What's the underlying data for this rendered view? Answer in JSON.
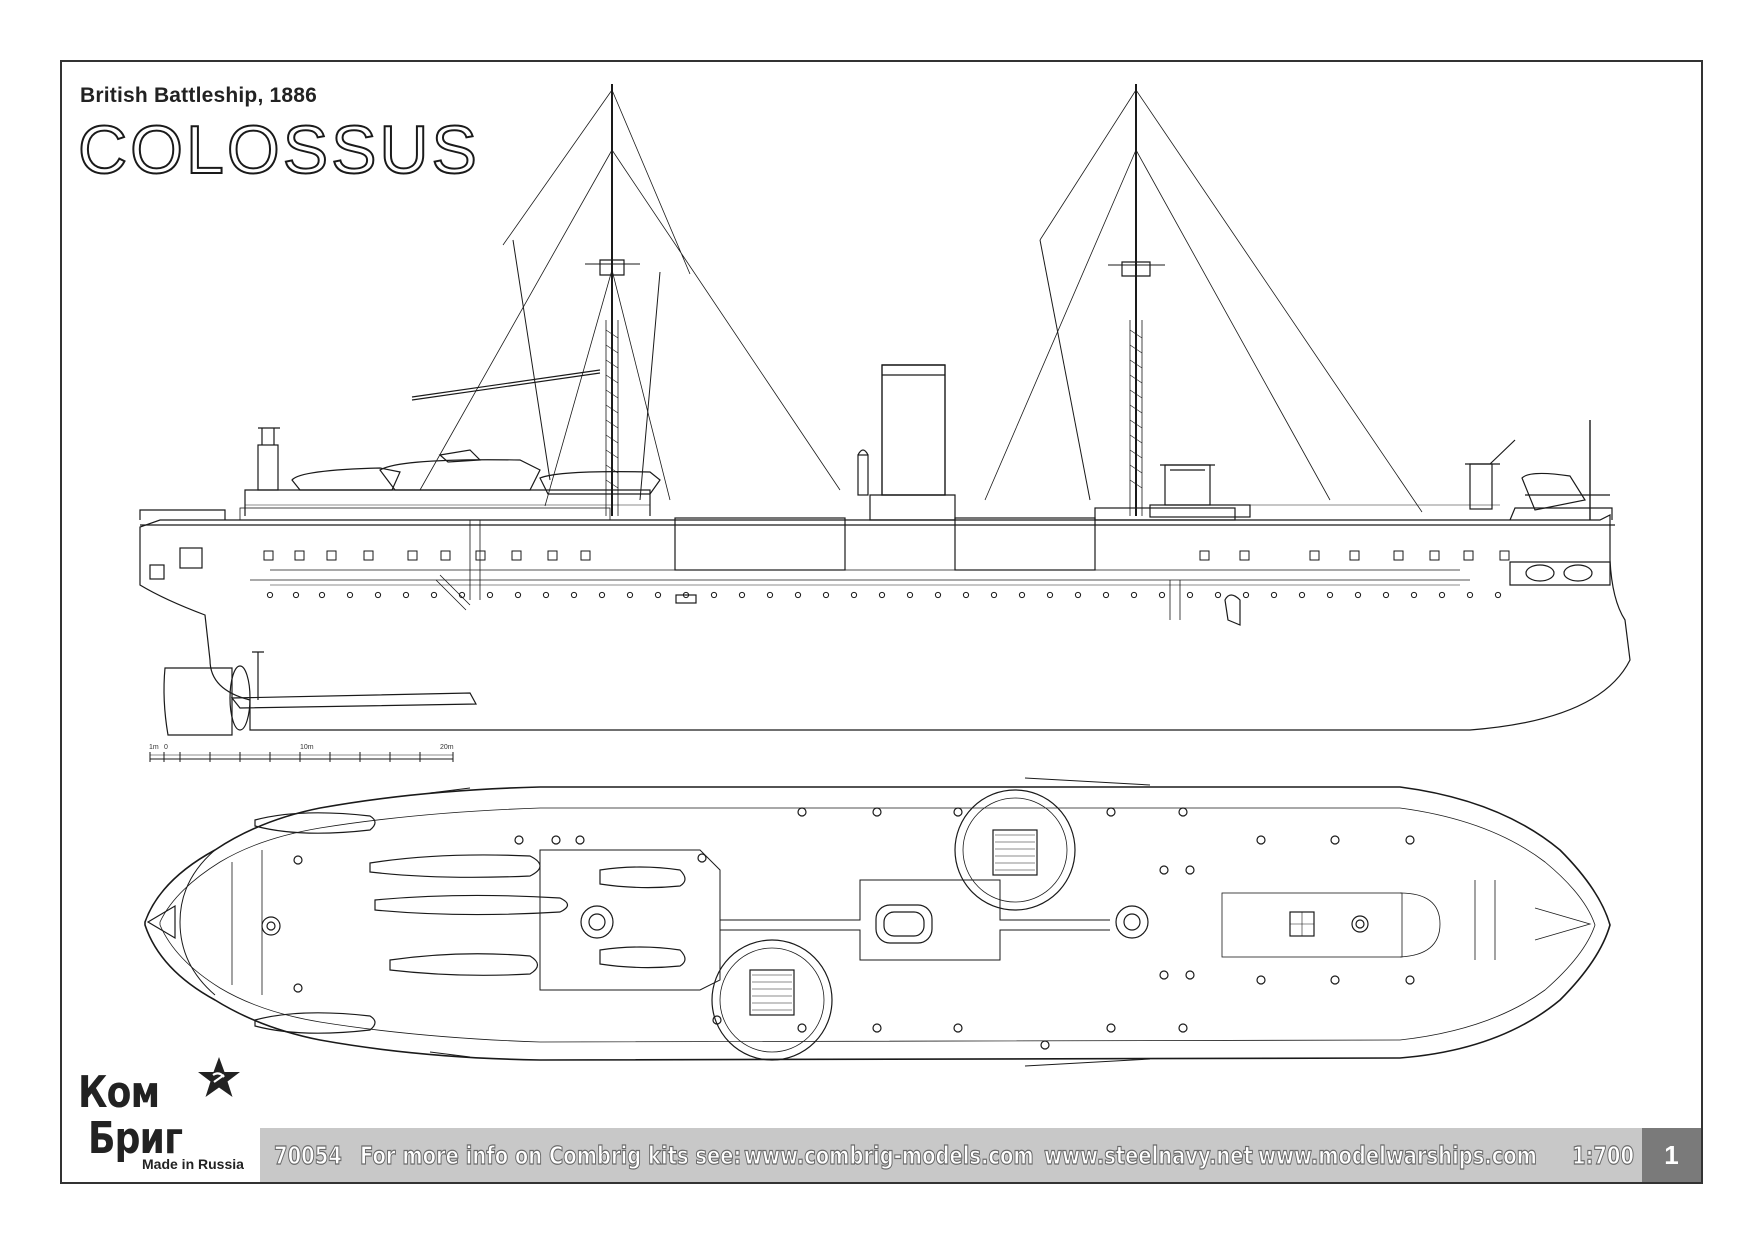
{
  "header": {
    "subtitle": "British Battleship, 1886",
    "title": "COLOSSUS"
  },
  "scale_bar": {
    "labels": [
      "1m",
      "0",
      "10m",
      "20m"
    ]
  },
  "footer": {
    "kit_number": "70054",
    "info_text": "For more info on Combrig kits see:",
    "url_1": "www.combrig-models.com",
    "url_2": "www.steelnavy.net",
    "url_3": "www.modelwarships.com",
    "scale": "1:700",
    "page_number": "1"
  },
  "logo": {
    "line_1": "Ком",
    "line_2": "Бриг",
    "made_in": "Made in Russia"
  },
  "colors": {
    "line": "#1a1a1a",
    "footer_band": "#c8c8c8",
    "page_box": "#7a7a7a"
  }
}
